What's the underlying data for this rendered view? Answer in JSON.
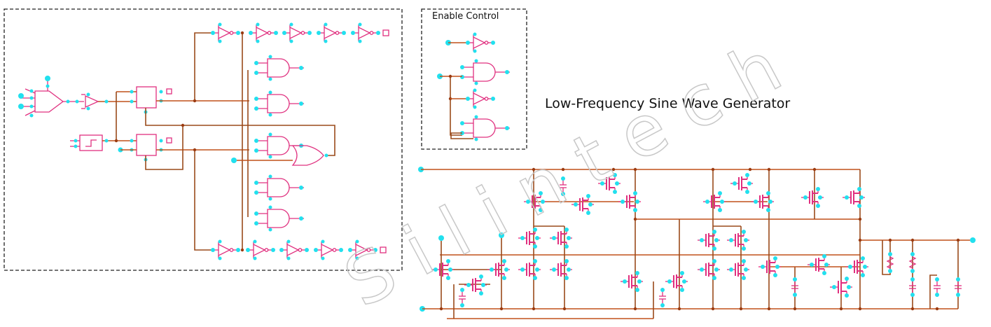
{
  "enable_block": {
    "title": "Enable Control"
  },
  "generator": {
    "title": "Low-Frequency Sine Wave Generator"
  },
  "watermark": {
    "text": "Silintech"
  },
  "colors": {
    "wire": "#c0501a",
    "gate": "#e0307f",
    "pin": "#22e0ee",
    "border": "#222222"
  }
}
